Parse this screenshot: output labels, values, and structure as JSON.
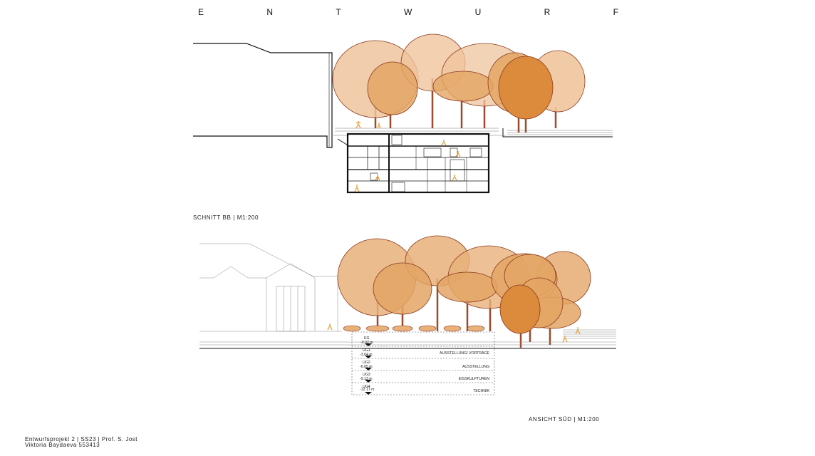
{
  "header": {
    "letters": [
      "E",
      "N",
      "T",
      "W",
      "U",
      "R",
      "F"
    ]
  },
  "section": {
    "caption": "SCHNITT BB  |  M1:200"
  },
  "elevation": {
    "caption": "ANSICHT SÜD  |  M1:200",
    "levels": [
      {
        "code": "EG",
        "height": "-0.02 m",
        "use": ""
      },
      {
        "code": "UG1",
        "height": "-3.04 m",
        "use": "AUSSTELLUNG/ VORTRÄGE"
      },
      {
        "code": "UG2",
        "height": "-6.05 m",
        "use": "AUSSTELLUNG"
      },
      {
        "code": "UG3",
        "height": "-9.13 m",
        "use": "EISSKULPTUREN"
      },
      {
        "code": "UG4",
        "height": "-12.17 m",
        "use": "TECHNIK"
      }
    ]
  },
  "footer": {
    "line1": "Entwurfsprojekt 2 | SS23 | Prof. S. Jost",
    "line2": "Viktoria Baydaeva 553413"
  },
  "colors": {
    "tree_light": "#efc49c",
    "tree_mid": "#e3a564",
    "tree_dark": "#dc8a3c",
    "outline": "#8a3a1c",
    "trunk": "#9c4a2a",
    "figure": "#e69a2e"
  }
}
